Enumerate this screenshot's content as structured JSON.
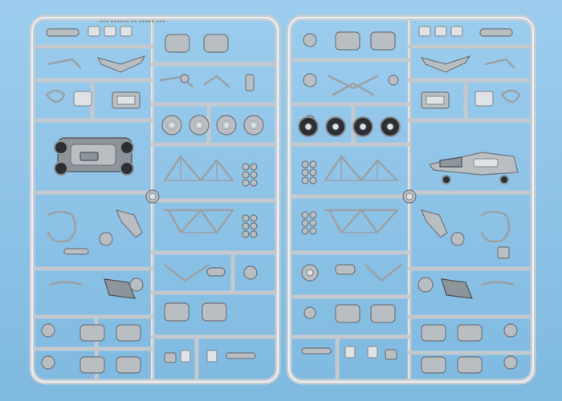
{
  "scene": {
    "subject": "two plastic model kit sprues",
    "background_color": "#8fc6eb",
    "plastic_color": "#c9ced3",
    "sprues": [
      {
        "id": "left",
        "side": "left"
      },
      {
        "id": "right",
        "side": "right"
      }
    ]
  }
}
